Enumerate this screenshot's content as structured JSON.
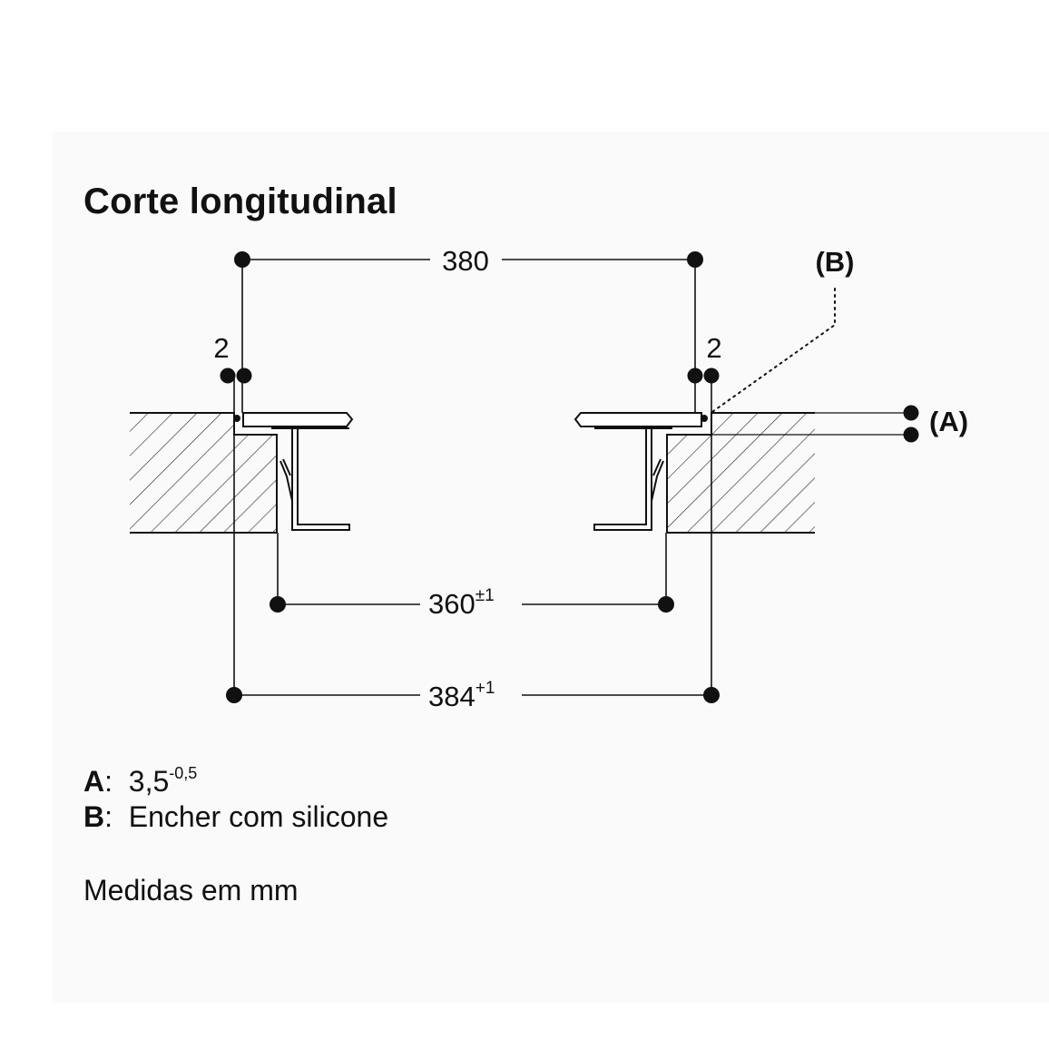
{
  "title": "Corte longitudinal",
  "dimensions": {
    "top_width": "380",
    "gap_left": "2",
    "gap_right": "2",
    "cutout_width": "360",
    "cutout_tolerance": "±1",
    "outer_width": "384",
    "outer_tolerance": "+1"
  },
  "callouts": {
    "a": "(A)",
    "b": "(B)"
  },
  "legend": {
    "a_key": "A",
    "a_value": "3,5",
    "a_tolerance": "-0,5",
    "b_key": "B",
    "b_value": "Encher com silicone",
    "separator": ":"
  },
  "units_note": "Medidas em mm"
}
